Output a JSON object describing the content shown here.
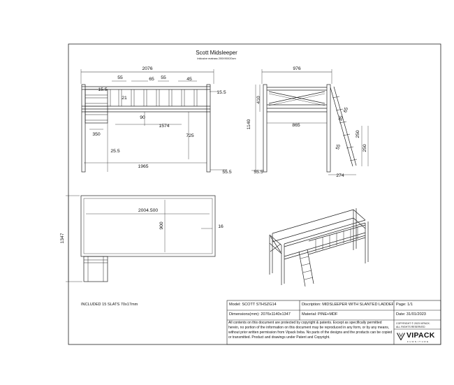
{
  "drawing": {
    "title": "Scott Midsleeper",
    "subtitle": "Inklusive matrass 200X90X20cm",
    "note": "INCLUDED 15 SLATS 70x17mm"
  },
  "front_view": {
    "dims": [
      "2076",
      "55",
      "15.5",
      "65",
      "55",
      "45",
      "15.5",
      "21",
      "90",
      "1574",
      "725",
      "350",
      "25.5",
      "1965",
      "55.5"
    ]
  },
  "side_view": {
    "dims": [
      "976",
      "410",
      "1140",
      "865",
      "65",
      "35",
      "55",
      "250",
      "250",
      "55.5",
      "274"
    ]
  },
  "top_view": {
    "dims": [
      "2004.500",
      "900",
      "16",
      "1347"
    ]
  },
  "title_block": {
    "model": "Model: SCOTT STHSZG14",
    "description": "Discription: MIDSLEEPER WITH SLANTED LADDER",
    "page": "Page: 1/1",
    "dimensions": "Dimensions(mm): 2076x1140x1347",
    "material": "Material: PINE+MDF",
    "date": "Date: 31/01/2023",
    "notice": "All contents on this document are protected by copyright & patents. Except as specifically permitted herein, no portion of the information on this document may be reproduced in any form, or by any means, without prior written permission from Vipack bvba. No parts of the designs and the products can be copied or transmitted. Product and drawings under Patent and Copyright.",
    "copyright_line1": "COPYRIGHT © 2023 VIPACK.",
    "copyright_line2": "ALL RIGHTS RESERVED",
    "brand": "VIPACK",
    "brand_tagline": "FURNITURE"
  }
}
